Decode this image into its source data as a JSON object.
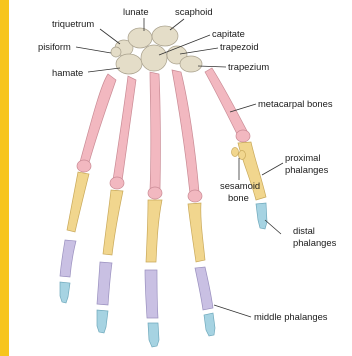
{
  "colors": {
    "accent_bar": "#f7c51c",
    "carpals": "#e4ddc8",
    "metacarpals": "#f2b8c0",
    "proximal_phalanges": "#f1d68e",
    "middle_phalanges": "#c9c0e3",
    "distal_phalanges": "#a6d3e2",
    "leader_line": "#333333"
  },
  "labels": {
    "lunate": "lunate",
    "scaphoid": "scaphoid",
    "triquetrum": "triquetrum",
    "capitate": "capitate",
    "pisiform": "pisiform",
    "trapezoid": "trapezoid",
    "hamate": "hamate",
    "trapezium": "trapezium",
    "metacarpal_bones": "metacarpal bones",
    "proximal": "proximal",
    "phalanges_1": "phalanges",
    "sesamoid": "sesamoid",
    "bone": "bone",
    "distal": "distal",
    "phalanges_2": "phalanges",
    "middle_phalanges": "middle phalanges"
  }
}
